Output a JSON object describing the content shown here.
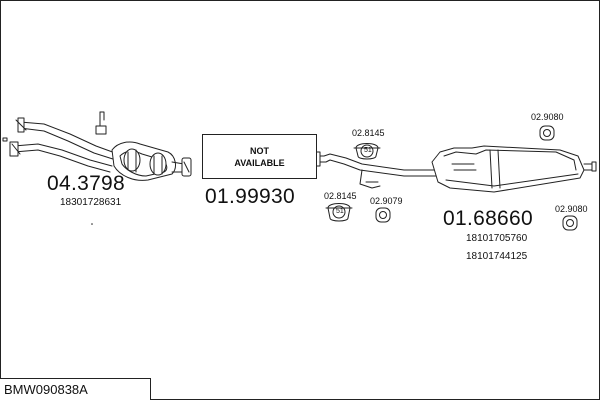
{
  "diagram": {
    "model_code": "BMW090838A",
    "front_pipe": {
      "part_number": "04.3798",
      "oe_number": "18301728631"
    },
    "center_section": {
      "part_number": "01.99930",
      "status_line1": "NOT",
      "status_line2": "AVAILABLE"
    },
    "rear_muffler": {
      "part_number": "01.68660",
      "oe_numbers": [
        "18101705760",
        "18101744125"
      ]
    },
    "accessories": [
      {
        "code": "02.8145",
        "badge": "51"
      },
      {
        "code": "02.8145",
        "badge": "51"
      },
      {
        "code": "02.9079"
      },
      {
        "code": "02.9080"
      },
      {
        "code": "02.9080"
      }
    ]
  }
}
